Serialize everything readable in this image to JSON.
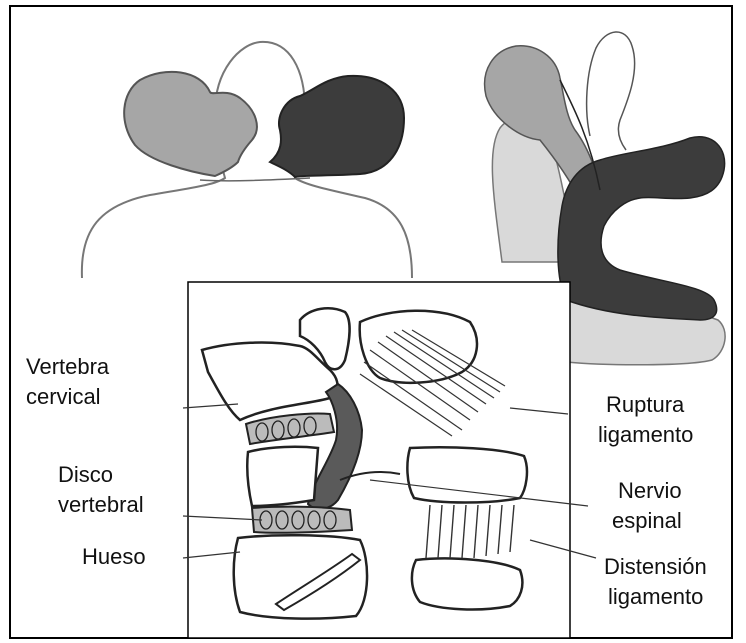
{
  "figure": {
    "labels": {
      "vertebra": {
        "line1": "Vertebra",
        "line2": "cervical"
      },
      "disc": {
        "line1": "Disco",
        "line2": "vertebral"
      },
      "bone": {
        "line1": "Hueso"
      },
      "ligament_rupture": {
        "line1": "Ruptura",
        "line2": "ligamento"
      },
      "spinal_nerve": {
        "line1": "Nervio",
        "line2": "espinal"
      },
      "ligament_strain": {
        "line1": "Distensión",
        "line2": "ligamento"
      }
    },
    "colors": {
      "light_silhouette": "#a6a6a6",
      "dark_silhouette": "#3c3c3c",
      "seat": "#d9d9d9",
      "outline": "#555555",
      "frame": "#000000"
    }
  }
}
